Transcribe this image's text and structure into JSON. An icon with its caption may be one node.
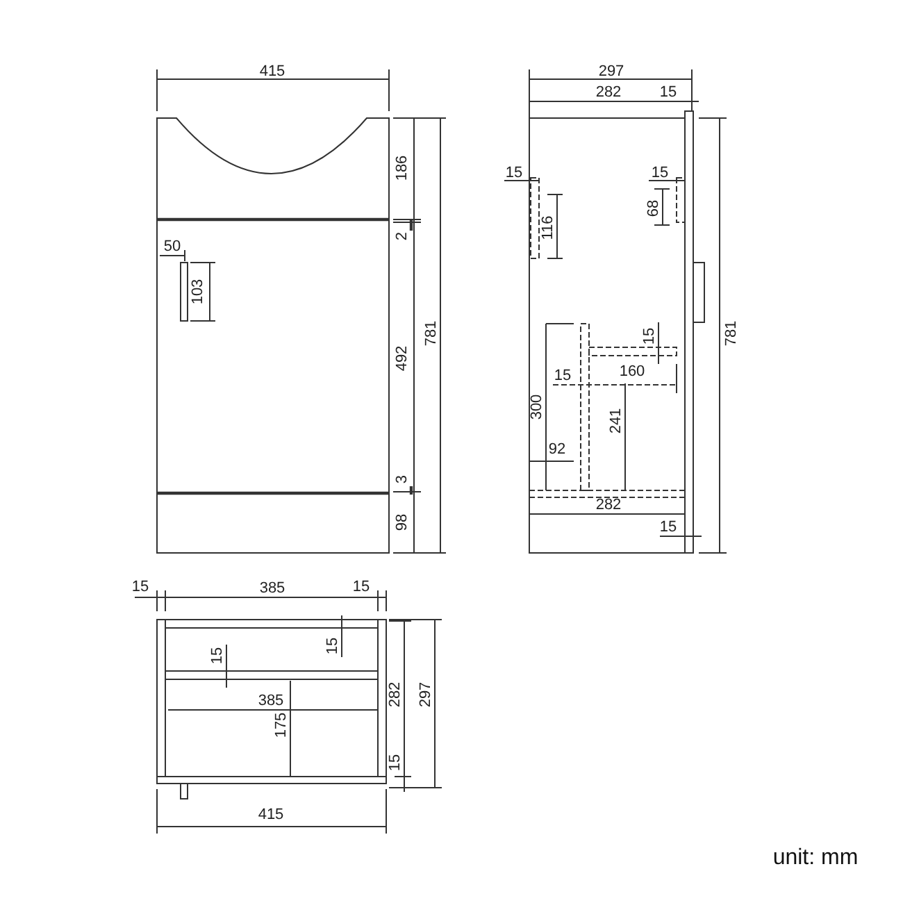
{
  "diagram": {
    "labels": [
      "415",
      "186",
      "2",
      "50",
      "103",
      "492",
      "781",
      "3",
      "98",
      "297",
      "282",
      "15",
      "15",
      "116",
      "15",
      "68",
      "781",
      "15",
      "15",
      "160",
      "300",
      "241",
      "92",
      "282",
      "15",
      "15",
      "385",
      "15",
      "15",
      "15",
      "385",
      "282",
      "297",
      "175",
      "15",
      "415",
      "unit: mm"
    ]
  }
}
